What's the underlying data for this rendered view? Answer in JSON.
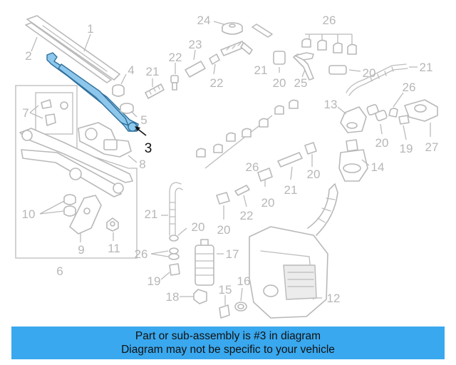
{
  "diagram": {
    "highlight_color": "#8ec7ec",
    "line_color": "#b9b9b9",
    "callouts": {
      "c1": "1",
      "c2": "2",
      "c3": "3",
      "c4": "4",
      "c5": "5",
      "c6": "6",
      "c7": "7",
      "c8": "8",
      "c9": "9",
      "c10": "10",
      "c11": "11",
      "c12": "12",
      "c13": "13",
      "c14": "14",
      "c15": "15",
      "c16": "16",
      "c17": "17",
      "c18": "18",
      "c19a": "19",
      "c19b": "19",
      "c20a": "20",
      "c20b": "20",
      "c20c": "20",
      "c20d": "20",
      "c20e": "20",
      "c20f": "20",
      "c20g": "20",
      "c21a": "21",
      "c21b": "21",
      "c21c": "21",
      "c21d": "21",
      "c21e": "21",
      "c22a": "22",
      "c22b": "22",
      "c22c": "22",
      "c23": "23",
      "c24": "24",
      "c25": "25",
      "c26a": "26",
      "c26b": "26",
      "c26c": "26",
      "c26d": "26",
      "c27": "27"
    }
  },
  "banner": {
    "background": "#3aa8ee",
    "line1": "Part or sub-assembly is #3 in diagram",
    "line2": "Diagram may not be specific to your vehicle"
  }
}
